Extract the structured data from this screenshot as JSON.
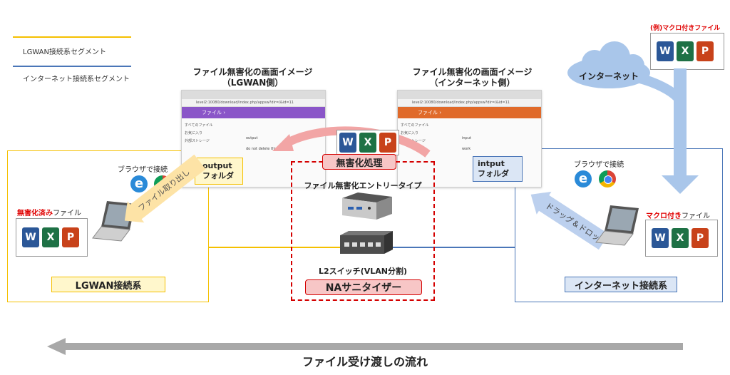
{
  "legend": {
    "lgwan": {
      "label": "LGWAN接続系セグメント",
      "color": "#f5c000"
    },
    "internet": {
      "label": "インターネット接続系セグメント",
      "color": "#4a76b8"
    }
  },
  "left_screen": {
    "title_line1": "ファイル無害化の画面イメージ",
    "title_line2": "（LGWAN側）",
    "url": "level2:10080/download/index.php/appsw?dir=/&id=11",
    "app": "ファイル ›",
    "side_items": [
      "すべてのファイル",
      "お気に入り",
      "外部ストレージ"
    ],
    "file_items": [
      "output",
      "do not delete this file"
    ],
    "folder_label_line1": "output",
    "folder_label_line2": "フォルダ"
  },
  "right_screen": {
    "title_line1": "ファイル無害化の画面イメージ",
    "title_line2": "（インターネット側）",
    "url": "level2:10080/download/index.php/appsw?dir=/&id=11",
    "app": "ファイル ›",
    "side_items": [
      "すべてのファイル",
      "お気に入り",
      "外部ストレージ"
    ],
    "file_items": [
      "input",
      "work"
    ],
    "folder_label_line1": "intput",
    "folder_label_line2": "フォルダ"
  },
  "center": {
    "process_label": "無害化処理",
    "entry_type": "ファイル無害化エントリータイプ",
    "switch_label": "L2スイッチ(VLAN分割)",
    "product_label": "NAサニタイザー"
  },
  "left_region": {
    "browser_caption": "ブラウザで接続",
    "file_caption_red": "無害化済み",
    "file_caption_rest": "ファイル",
    "arrow_label": "ファイル取り出し",
    "segment_label": "LGWAN接続系"
  },
  "right_region": {
    "cloud_label": "インターネット",
    "macro_example": "(例)マクロ付きファイル",
    "browser_caption": "ブラウザで接続",
    "file_caption_red": "マクロ付き",
    "file_caption_rest": "ファイル",
    "arrow_label": "ドラッグ＆ドロップ",
    "segment_label": "インターネット接続系"
  },
  "office": {
    "word": "W",
    "excel": "X",
    "powerpoint": "P"
  },
  "flow": {
    "label": "ファイル受け渡しの流れ"
  }
}
